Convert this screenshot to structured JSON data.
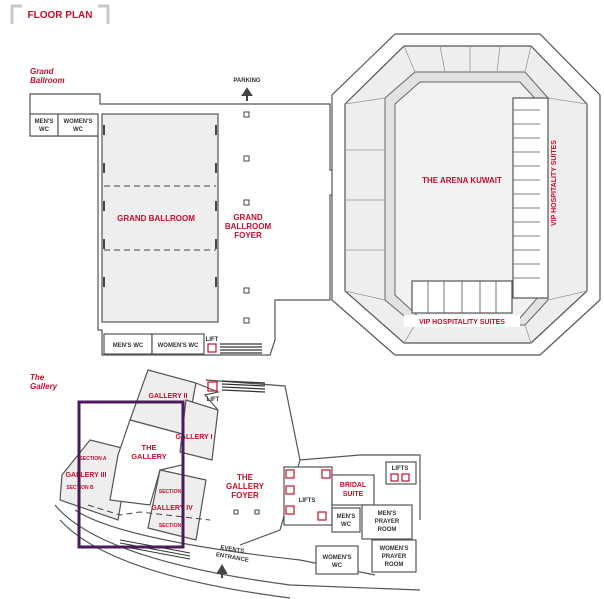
{
  "header": {
    "title": "FLOOR PLAN"
  },
  "sections": {
    "grand_ballroom": {
      "line1": "Grand",
      "line2": "Ballroom"
    },
    "gallery": {
      "line1": "The",
      "line2": "Gallery"
    }
  },
  "rooms": {
    "parking": "PARKING",
    "mens_wc_top": {
      "line1": "MEN'S",
      "line2": "WC"
    },
    "womens_wc_top": {
      "line1": "WOMEN'S",
      "line2": "WC"
    },
    "grand_ballroom": "GRAND BALLROOM",
    "ballroom_foyer": {
      "line1": "GRAND",
      "line2": "BALLROOM",
      "line3": "FOYER"
    },
    "mens_wc_bottom": "MEN'S WC",
    "womens_wc_bottom": "WOMEN'S WC",
    "lift": "LIFT",
    "arena": "THE ARENA KUWAIT",
    "vip_right": "VIP HOSPITALITY SUITES",
    "vip_bottom": "VIP HOSPITALITY SUITES",
    "lift_gallery": "LIFT",
    "gallery_ii": "GALLERY II",
    "gallery_i": "GALLERY I",
    "the_gallery": {
      "line1": "THE",
      "line2": "GALLERY"
    },
    "section_a": "SECTION A",
    "gallery_iii": "GALLERY III",
    "section_b": "SECTION B",
    "section_top": "SECTION",
    "gallery_iv": "GALLERY IV",
    "section_bottom": "SECTION",
    "gallery_foyer": {
      "line1": "THE",
      "line2": "GALLERY",
      "line3": "FOYER"
    },
    "lifts_left": "LIFTS",
    "bridal": {
      "line1": "BRIDAL",
      "line2": "SUITE"
    },
    "lifts_right": "LIFTS",
    "mens_wc_g": {
      "line1": "MEN'S",
      "line2": "WC"
    },
    "mens_prayer": {
      "line1": "MEN'S",
      "line2": "PRAYER",
      "line3": "ROOM"
    },
    "womens_prayer": {
      "line1": "WOMEN'S",
      "line2": "PRAYER",
      "line3": "ROOM"
    },
    "womens_wc_g": {
      "line1": "WOMEN'S",
      "line2": "WC"
    },
    "events_entrance": {
      "line1": "EVENTS",
      "line2": "ENTRANCE"
    }
  },
  "colors": {
    "accent": "#c3102b",
    "highlight": "#4b1a5c",
    "room_fill": "#eeeeee",
    "wall": "#555555"
  }
}
